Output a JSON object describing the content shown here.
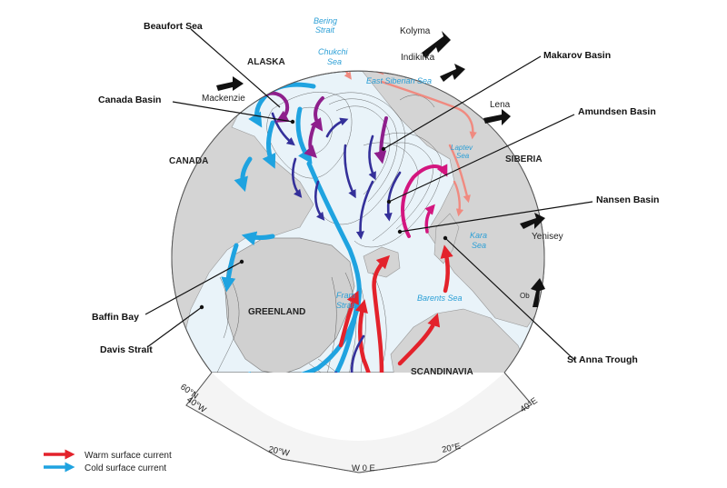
{
  "map": {
    "callouts": {
      "beaufort_sea": "Beaufort Sea",
      "canada_basin": "Canada Basin",
      "makarov_basin": "Makarov Basin",
      "amundsen_basin": "Amundsen Basin",
      "nansen_basin": "Nansen Basin",
      "baffin_bay": "Baffin Bay",
      "davis_strait": "Davis Strait",
      "st_anna_trough": "St Anna Trough"
    },
    "regions": {
      "alaska": "ALASKA",
      "canada": "CANADA",
      "greenland": "GREENLAND",
      "siberia": "SIBERIA",
      "scandinavia": "SCANDINAVIA"
    },
    "rivers": {
      "kolyma": "Kolyma",
      "indikirka": "Indikirka",
      "mackenzie": "Mackenzie",
      "lena": "Lena",
      "yenisey": "Yenisey",
      "ob": "Ob"
    },
    "seas": {
      "bering_strait_1": "Bering",
      "bering_strait_2": "Strait",
      "chukchi_sea_1": "Chukchi",
      "chukchi_sea_2": "Sea",
      "east_siberian_sea": "East Siberian Sea",
      "laptev_sea_1": "Laptev",
      "laptev_sea_2": "Sea",
      "kara_sea_1": "Kara",
      "kara_sea_2": "Sea",
      "fram_strait_1": "Fram",
      "fram_strait_2": "Strait",
      "barents_sea": "Barents Sea"
    },
    "graticule": {
      "lat_60n": "60°N",
      "lon_40w": "40°W",
      "lon_20w": "20°W",
      "lon_0": "W 0 E",
      "lon_20e": "20°E",
      "lon_40e": "40°E"
    },
    "legend": {
      "warm_label": "Warm surface current",
      "cold_label": "Cold surface current",
      "warm_color": "#e3222b",
      "cold_color": "#1fa3e0"
    },
    "colors": {
      "ocean": "#e9f3f9",
      "land": "#d3d3d3",
      "cold": "#1fa3e0",
      "warm": "#e3222b",
      "atlantic_layer": "#34309a",
      "intermediate": "#8e1f8c",
      "shelf_warm": "#f08a80",
      "magenta": "#d3167f"
    }
  }
}
